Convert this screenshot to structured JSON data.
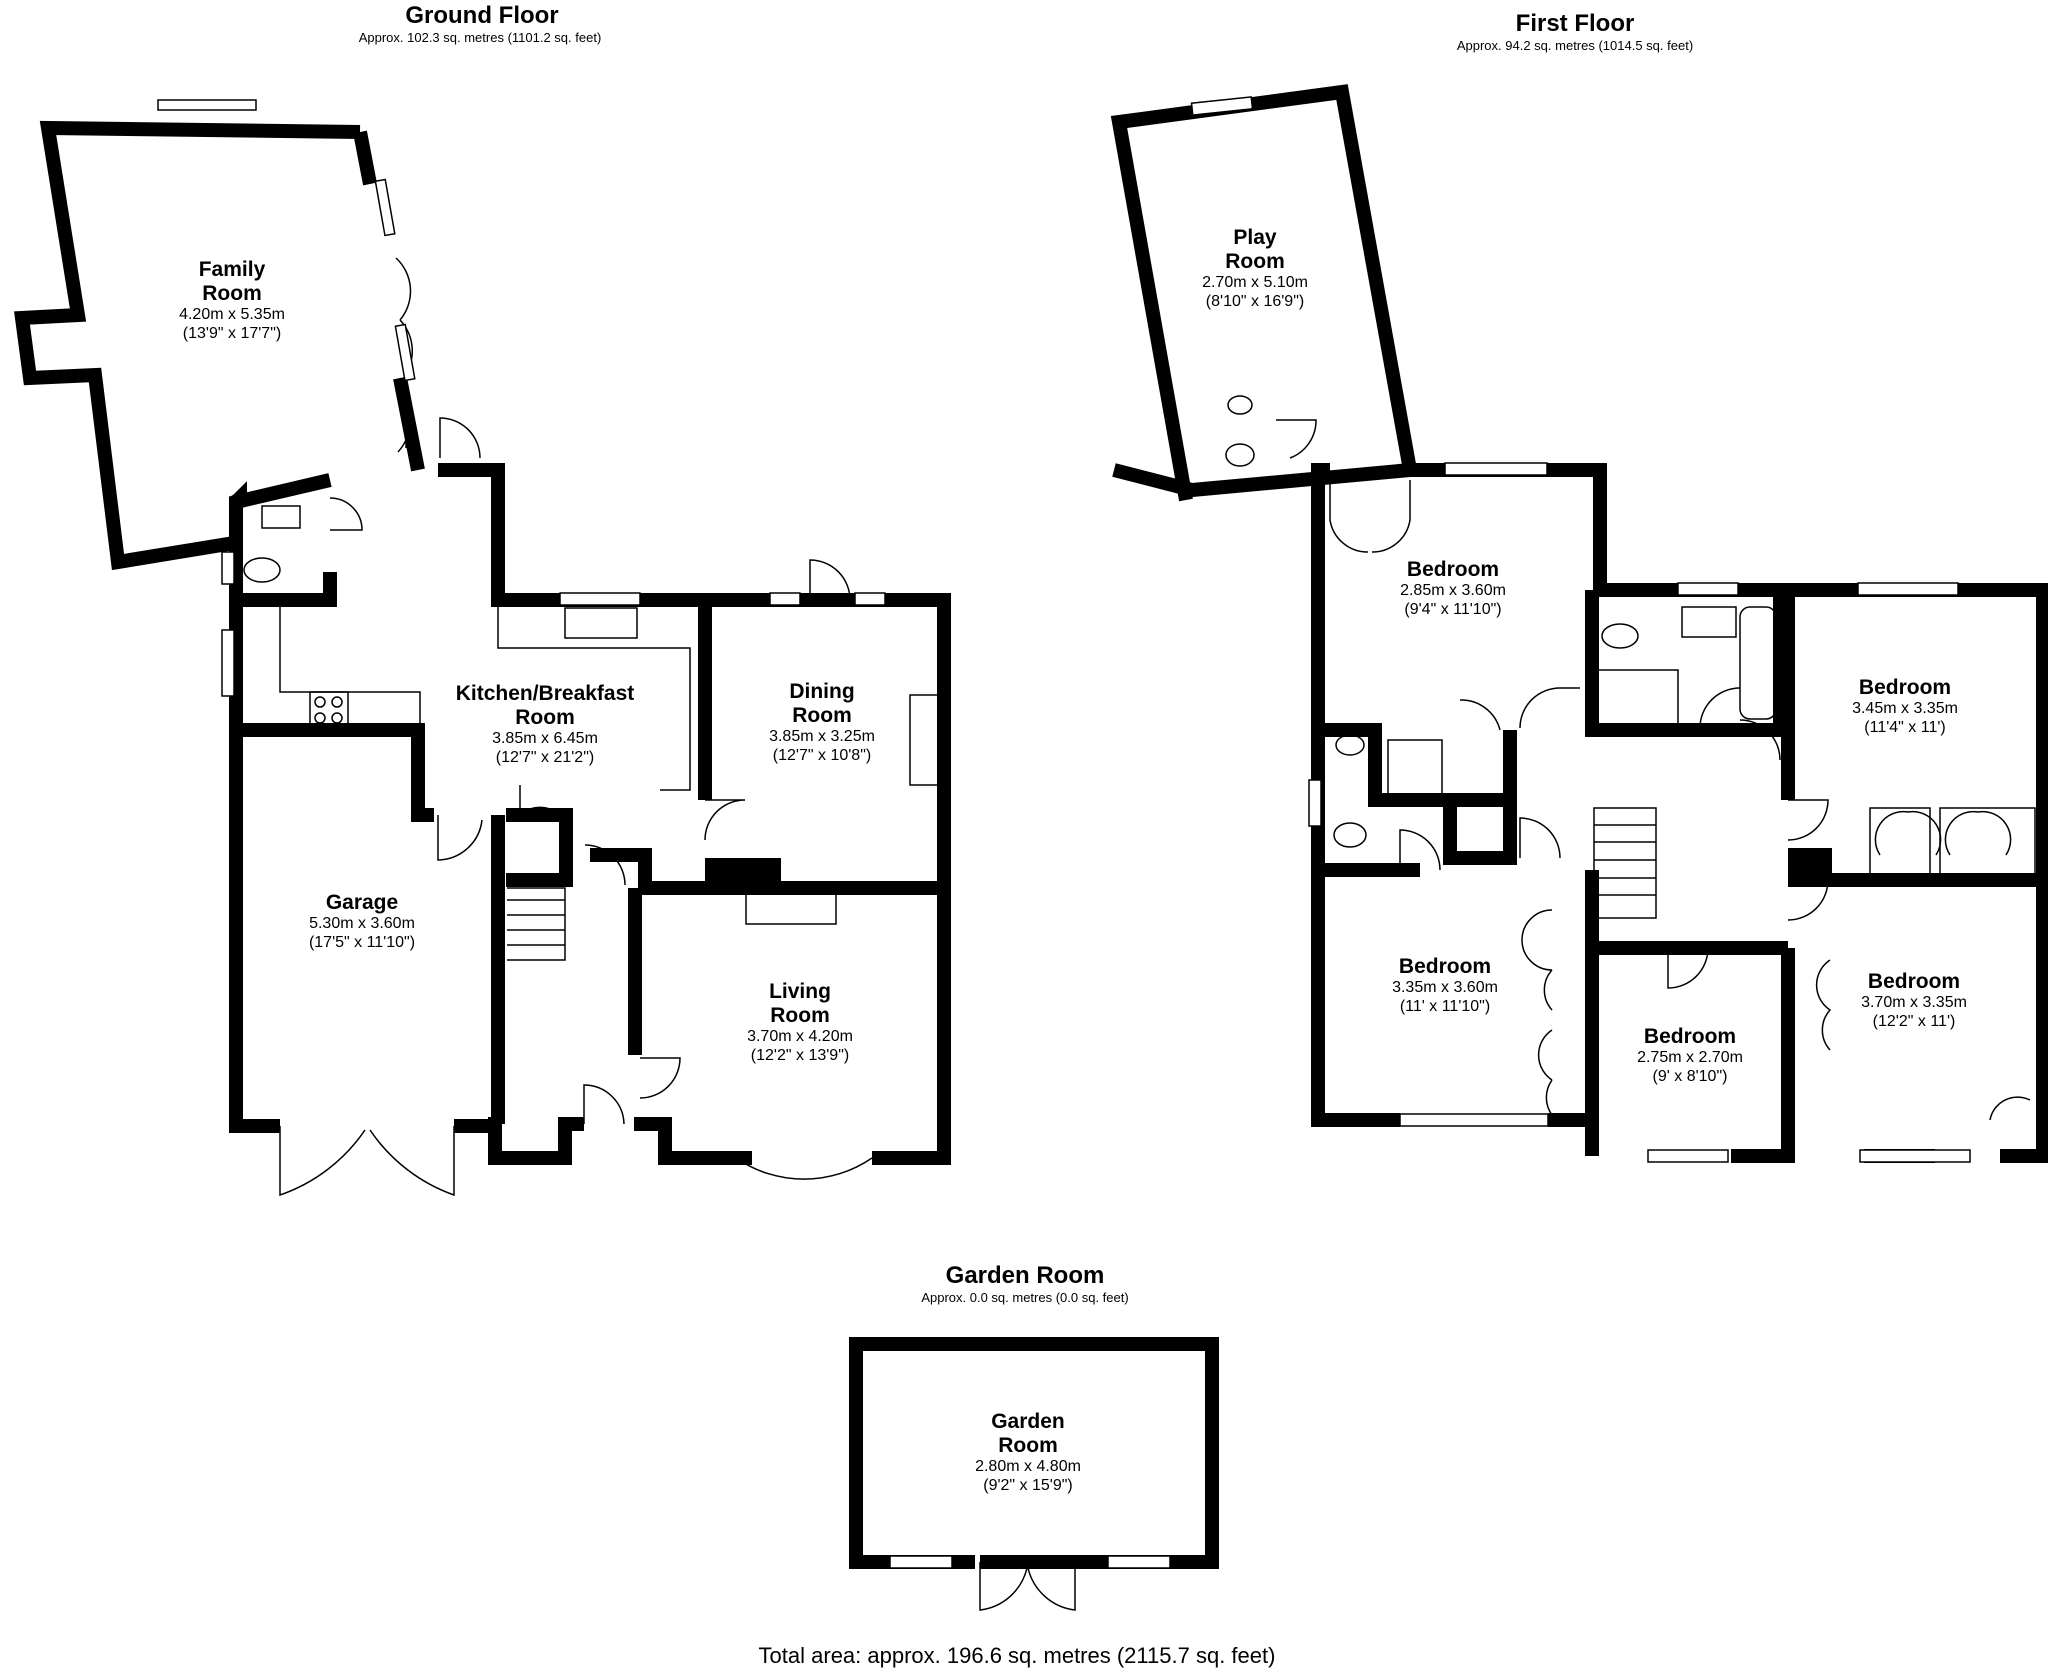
{
  "floors": {
    "ground": {
      "title": "Ground Floor",
      "area": "Approx. 102.3 sq. metres (1101.2 sq. feet)"
    },
    "first": {
      "title": "First Floor",
      "area": "Approx. 94.2 sq. metres (1014.5 sq. feet)"
    },
    "garden": {
      "title": "Garden Room",
      "area": "Approx. 0.0 sq. metres (0.0 sq. feet)"
    }
  },
  "rooms": {
    "family": {
      "name1": "Family",
      "name2": "Room",
      "metric": "4.20m x 5.35m",
      "imperial": "(13'9\" x 17'7\")"
    },
    "kitchen": {
      "name1": "Kitchen/Breakfast",
      "name2": "Room",
      "metric": "3.85m x 6.45m",
      "imperial": "(12'7\" x 21'2\")"
    },
    "dining": {
      "name1": "Dining",
      "name2": "Room",
      "metric": "3.85m x 3.25m",
      "imperial": "(12'7\" x 10'8\")"
    },
    "garage": {
      "name1": "Garage",
      "metric": "5.30m x 3.60m",
      "imperial": "(17'5\" x 11'10\")"
    },
    "living": {
      "name1": "Living",
      "name2": "Room",
      "metric": "3.70m x 4.20m",
      "imperial": "(12'2\" x 13'9\")"
    },
    "play": {
      "name1": "Play",
      "name2": "Room",
      "metric": "2.70m x 5.10m",
      "imperial": "(8'10\" x 16'9\")"
    },
    "bed_nw": {
      "name1": "Bedroom",
      "metric": "2.85m x 3.60m",
      "imperial": "(9'4\" x 11'10\")"
    },
    "bed_ne": {
      "name1": "Bedroom",
      "metric": "3.45m x 3.35m",
      "imperial": "(11'4\" x 11')"
    },
    "bed_sw": {
      "name1": "Bedroom",
      "metric": "3.35m x 3.60m",
      "imperial": "(11' x 11'10\")"
    },
    "bed_mid": {
      "name1": "Bedroom",
      "metric": "2.75m x 2.70m",
      "imperial": "(9' x 8'10\")"
    },
    "bed_se": {
      "name1": "Bedroom",
      "metric": "3.70m x 3.35m",
      "imperial": "(12'2\" x 11')"
    },
    "garden": {
      "name1": "Garden",
      "name2": "Room",
      "metric": "2.80m x 4.80m",
      "imperial": "(9'2\" x 15'9\")"
    }
  },
  "total": "Total area: approx. 196.6 sq. metres (2115.7 sq. feet)"
}
